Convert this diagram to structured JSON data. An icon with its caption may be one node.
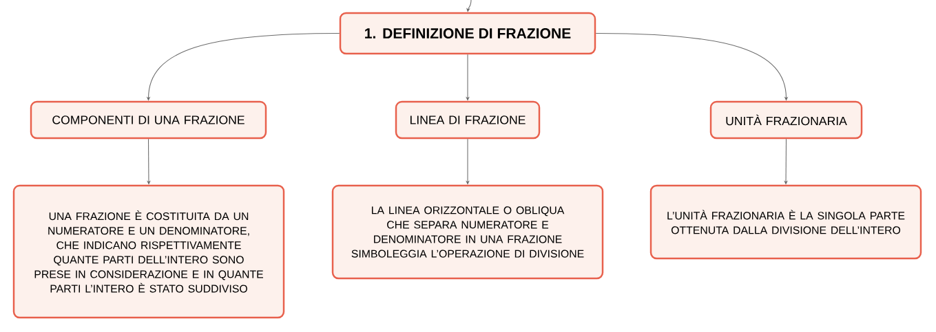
{
  "diagram": {
    "nodes": [
      {
        "text": [
          "1. DEFINIZIONE DI FRAZIONE"
        ]
      },
      {
        "text": [
          "COMPONENTI DI UNA FRAZIONE"
        ]
      },
      {
        "text": [
          "LINEA DI FRAZIONE"
        ]
      },
      {
        "text": [
          "UNITÀ FRAZIONARIA"
        ]
      },
      {
        "text": [
          "UNA FRAZIONE È COSTITUITA DA UN NUMERATORE E UN DENOMINATORE, CHE INDICANO RISPETTIVAMENTE QUANTE PARTI DELL’INTERO SONO PRESE IN CONSIDERAZIONE E IN QUANTE PARTI L’INTERO È STATO SUDDIVISO"
        ]
      },
      {
        "text": [
          "LA LINEA ORIZZONTALE O OBLIQUA CHE SEPARA NUMERATORE E DENOMINATORE IN UNA FRAZIONE SIMBOLEGGIA L’OPERAZIONE DI DIVISIONE"
        ]
      },
      {
        "text": [
          "L’UNITÀ FRAZIONARIA È LA SINGOLA PARTE OTTENUTA DALLA DIVISIONE DELL’INTERO"
        ]
      }
    ],
    "edges": [
      {
        "from": null,
        "to": 0,
        "arrow": "to"
      },
      {
        "from": 0,
        "to": 1,
        "arrow": "to"
      },
      {
        "from": 0,
        "to": 2,
        "arrow": "to"
      },
      {
        "from": 0,
        "to": 3,
        "arrow": "to"
      },
      {
        "from": 1,
        "to": 4,
        "arrow": "to"
      },
      {
        "from": 2,
        "to": 5,
        "arrow": "to"
      },
      {
        "from": 3,
        "to": 6,
        "arrow": "to"
      }
    ]
  }
}
